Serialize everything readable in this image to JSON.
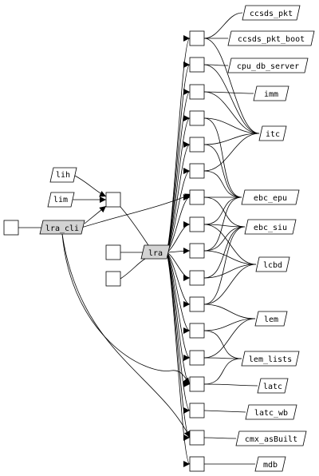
{
  "graph": {
    "nodes": {
      "lra": {
        "label": "lra",
        "shaded": true
      },
      "lra_cli": {
        "label": "lra_cli",
        "shaded": true
      },
      "lih": {
        "label": "lih"
      },
      "lim": {
        "label": "lim"
      }
    },
    "modules": [
      {
        "label": "ccsds_pkt"
      },
      {
        "label": "ccsds_pkt_boot"
      },
      {
        "label": "cpu_db_server"
      },
      {
        "label": "imm"
      },
      {
        "label": "itc"
      },
      {
        "label": "ebc_epu"
      },
      {
        "label": "ebc_siu"
      },
      {
        "label": "lcbd"
      },
      {
        "label": "lem"
      },
      {
        "label": "lem_lists"
      },
      {
        "label": "latc"
      },
      {
        "label": "latc_wb"
      },
      {
        "label": "cmx_asBuilt"
      },
      {
        "label": "mdb"
      }
    ],
    "colors": {
      "line": "#000000",
      "box_fill": "#ffffff",
      "shaded_fill": "#d3d3d3"
    }
  }
}
